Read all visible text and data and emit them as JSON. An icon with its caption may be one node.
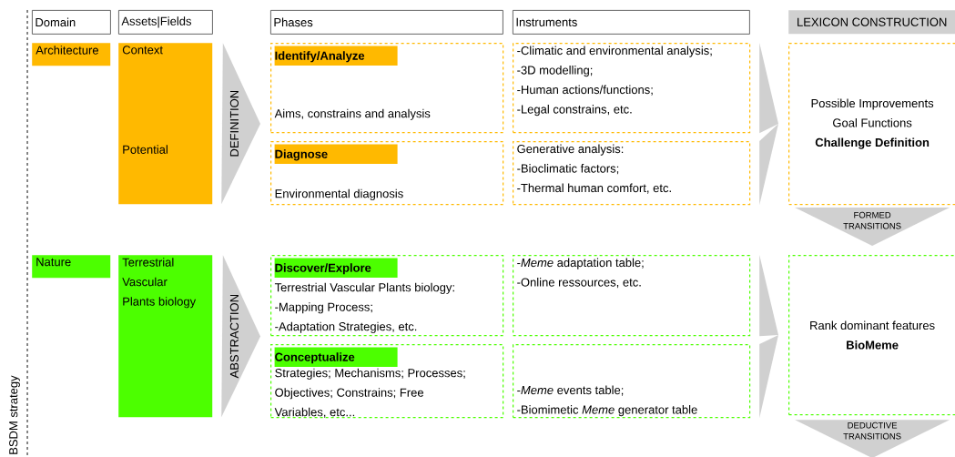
{
  "diagram": {
    "nodes": [
      {
        "text": [
          "Domain"
        ]
      },
      {
        "text": [
          "Assets|Fields"
        ]
      },
      {
        "text": [
          "Phases"
        ]
      },
      {
        "text": [
          "Instruments"
        ]
      },
      {
        "text": [
          "LEXICON CONSTRUCTION"
        ]
      },
      {
        "text": [
          "Architecture"
        ]
      },
      {
        "text": [
          "Context",
          "Potential"
        ]
      },
      {
        "text": [
          "Identify/Analyze",
          "Aims, constrains and analysis"
        ]
      },
      {
        "text": [
          "-Climatic and environmental analysis;",
          "-3D modelling;",
          "-Human actions/functions;",
          "-Legal constrains, etc."
        ]
      },
      {
        "text": [
          "Diagnose",
          "Environmental diagnosis"
        ]
      },
      {
        "text": [
          "Generative analysis:",
          "-Bioclimatic factors;",
          "-Thermal human comfort, etc."
        ]
      },
      {
        "text": [
          "Possible Improvements",
          "Goal Functions",
          "Challenge Definition"
        ]
      },
      {
        "text": [
          "Nature"
        ]
      },
      {
        "text": [
          "Terrestrial Vascular Plants biology"
        ]
      },
      {
        "text": [
          "Discover/Explore",
          "Terrestrial Vascular Plants biology:",
          "-Mapping Process;",
          "-Adaptation Strategies, etc."
        ]
      },
      {
        "text": [
          "-*Meme* adaptation table;",
          "-Online ressources, etc."
        ]
      },
      {
        "text": [
          "Conceptualize",
          "Strategies; Mechanisms; Processes; Objectives; Constrains; Free Variables, etc..."
        ]
      },
      {
        "text": [
          "-*Meme* events table;",
          "-Biomimetic *Meme* generator table"
        ]
      },
      {
        "text": [
          "Rank dominant features",
          "BioMeme"
        ]
      }
    ],
    "edges": [
      {
        "from": 6,
        "to": 7,
        "arrow": "to",
        "label": "DEFINITION"
      },
      {
        "from": 6,
        "to": 9,
        "arrow": "to"
      },
      {
        "from": 8,
        "to": 11,
        "arrow": "to"
      },
      {
        "from": 10,
        "to": 11,
        "arrow": "to"
      },
      {
        "from": 11,
        "to": 18,
        "arrow": "to",
        "label": "FORMED TRANSITIONS"
      },
      {
        "from": 13,
        "to": 14,
        "arrow": "to",
        "label": "ABSTRACTION"
      },
      {
        "from": 13,
        "to": 16,
        "arrow": "to"
      },
      {
        "from": 15,
        "to": 18,
        "arrow": "to"
      },
      {
        "from": 17,
        "to": 18,
        "arrow": "to"
      },
      {
        "from": 18,
        "to": null,
        "arrow": "to",
        "label": "DEDUCTIVE TRANSITIONS"
      }
    ],
    "labels": [
      "BSDM strategy"
    ]
  }
}
